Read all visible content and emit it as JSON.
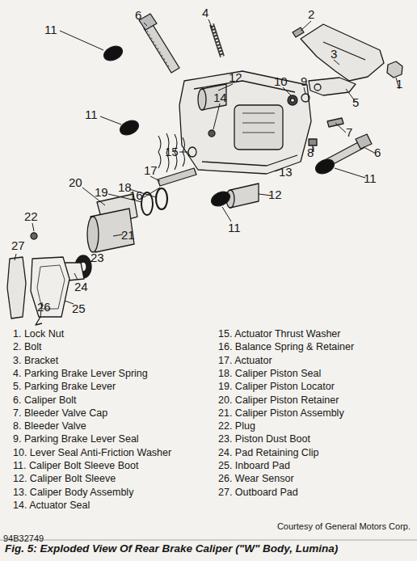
{
  "diagram": {
    "caption": "Fig. 5: Exploded View Of Rear Brake Caliper (\"W\" Body, Lumina)",
    "labels": [
      "1",
      "2",
      "3",
      "4",
      "5",
      "6",
      "6",
      "7",
      "8",
      "9",
      "10",
      "11",
      "11",
      "11",
      "11",
      "12",
      "12",
      "13",
      "14",
      "15",
      "16",
      "17",
      "18",
      "19",
      "20",
      "21",
      "22",
      "23",
      "24",
      "25",
      "26",
      "27",
      "1. Lock Nut",
      "2. Bolt",
      "3. Bracket",
      "4. Parking Brake Lever Spring",
      "5. Parking Brake Lever",
      "6. Caliper Bolt",
      "7. Bleeder Valve Cap",
      "8. Bleeder Valve",
      "9. Parking Brake Lever Seal",
      "10. Lever Seal Anti-Friction Washer",
      "11. Caliper Bolt Sleeve Boot",
      "12. Caliper Bolt Sleeve",
      "13. Caliper Body Assembly",
      "14. Actuator Seal",
      "15. Actuator Thrust Washer",
      "16. Balance Spring & Retainer",
      "17. Actuator",
      "18. Caliper Piston Seal",
      "19. Caliper Piston Locator",
      "20. Caliper Piston Retainer",
      "21. Caliper Piston Assembly",
      "22. Plug",
      "23. Piston Dust Boot",
      "24. Pad Retaining Clip",
      "25. Inboard Pad",
      "26. Wear Sensor",
      "27. Outboard Pad",
      "Courtesy of General Motors Corp.",
      "94B32749"
    ]
  }
}
